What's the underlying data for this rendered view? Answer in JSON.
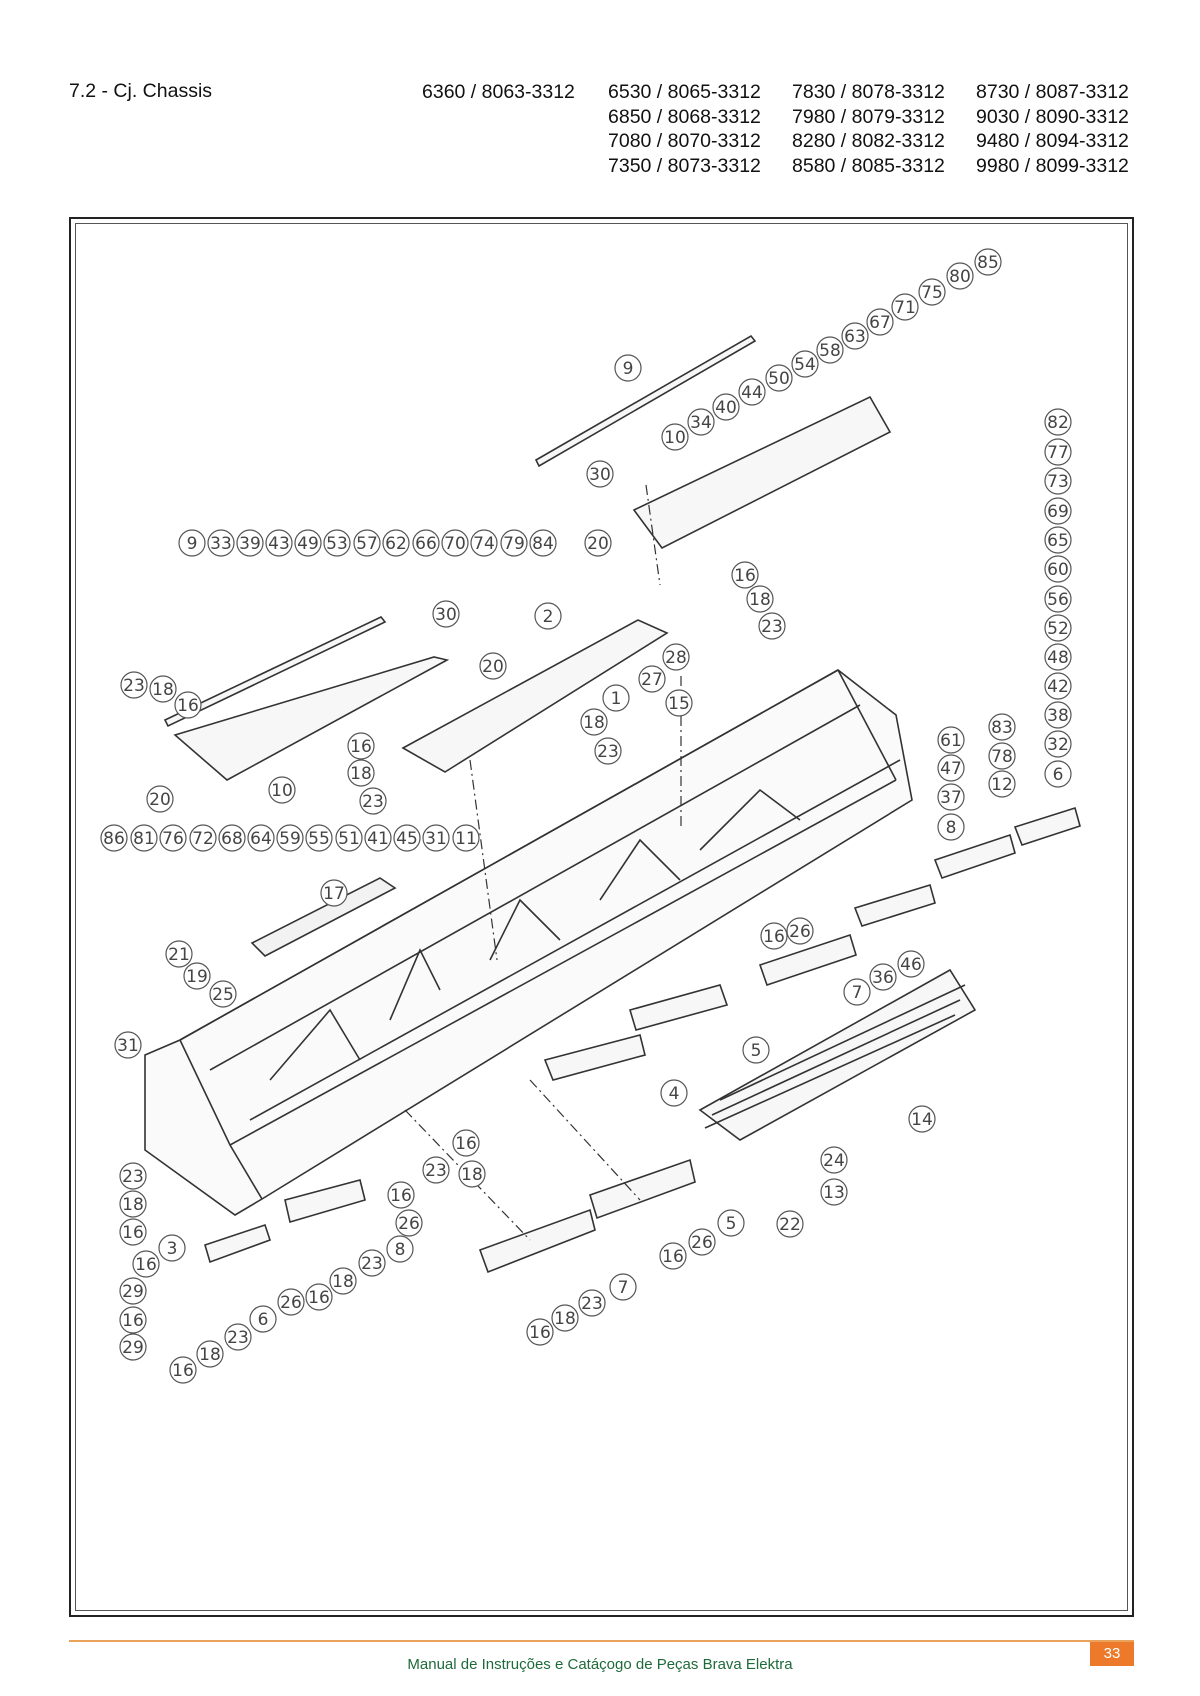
{
  "header": {
    "section_title": "7.2 - Cj. Chassis",
    "model_columns": [
      [
        "6360 / 8063-3312"
      ],
      [
        "6530 / 8065-3312",
        "6850 / 8068-3312",
        "7080 / 8070-3312",
        "7350 / 8073-3312"
      ],
      [
        "7830 / 8078-3312",
        "7980 / 8079-3312",
        "8280 / 8082-3312",
        "8580 / 8085-3312"
      ],
      [
        "8730 / 8087-3312",
        "9030 / 8090-3312",
        "9480 / 8094-3312",
        "9980 / 8099-3312"
      ]
    ]
  },
  "diagram": {
    "callouts": [
      "85",
      "80",
      "75",
      "71",
      "67",
      "63",
      "58",
      "54",
      "50",
      "44",
      "40",
      "34",
      "10",
      "9",
      "30",
      "20",
      "9",
      "33",
      "39",
      "43",
      "49",
      "53",
      "57",
      "62",
      "66",
      "70",
      "74",
      "79",
      "84",
      "82",
      "77",
      "73",
      "69",
      "65",
      "60",
      "56",
      "52",
      "48",
      "42",
      "38",
      "32",
      "6",
      "16",
      "18",
      "23",
      "2",
      "30",
      "20",
      "28",
      "27",
      "15",
      "1",
      "18",
      "23",
      "16",
      "18",
      "23",
      "23",
      "18",
      "16",
      "20",
      "10",
      "86",
      "81",
      "76",
      "72",
      "68",
      "64",
      "59",
      "55",
      "51",
      "41",
      "45",
      "31",
      "11",
      "61",
      "47",
      "37",
      "8",
      "83",
      "78",
      "12",
      "17",
      "21",
      "19",
      "25",
      "16",
      "26",
      "46",
      "36",
      "7",
      "5",
      "14",
      "4",
      "31",
      "16",
      "23",
      "18",
      "24",
      "13",
      "22",
      "23",
      "18",
      "16",
      "3",
      "16",
      "29",
      "16",
      "29",
      "16",
      "18",
      "23",
      "6",
      "26",
      "16",
      "18",
      "23",
      "8",
      "26",
      "16",
      "5",
      "26",
      "16",
      "7",
      "23",
      "18",
      "16"
    ]
  },
  "footer": {
    "text": "Manual de Instruções e Catáçogo de Peças Brava Elektra",
    "page_number": "33"
  },
  "colors": {
    "accent": "#ec7a2a",
    "rule": "#e8a25c",
    "footer_text": "#1e6a3a"
  }
}
